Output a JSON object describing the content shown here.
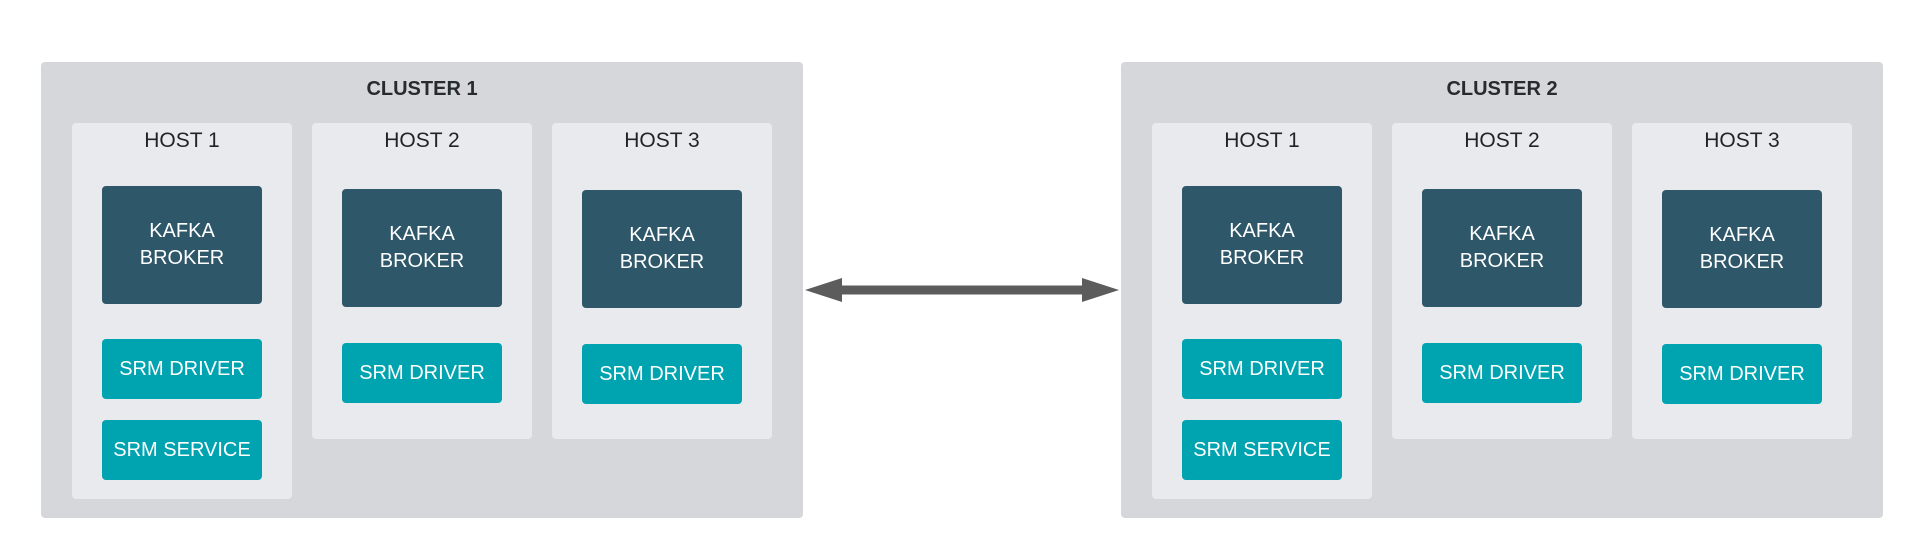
{
  "clusters": [
    {
      "title": "CLUSTER 1",
      "hosts": [
        {
          "title": "HOST 1",
          "broker": "KAFKA BROKER",
          "driver": "SRM DRIVER",
          "service": "SRM SERVICE"
        },
        {
          "title": "HOST 2",
          "broker": "KAFKA BROKER",
          "driver": "SRM DRIVER"
        },
        {
          "title": "HOST 3",
          "broker": "KAFKA BROKER",
          "driver": "SRM DRIVER"
        }
      ]
    },
    {
      "title": "CLUSTER 2",
      "hosts": [
        {
          "title": "HOST 1",
          "broker": "KAFKA BROKER",
          "driver": "SRM DRIVER",
          "service": "SRM SERVICE"
        },
        {
          "title": "HOST 2",
          "broker": "KAFKA BROKER",
          "driver": "SRM DRIVER"
        },
        {
          "title": "HOST 3",
          "broker": "KAFKA BROKER",
          "driver": "SRM DRIVER"
        }
      ]
    }
  ],
  "colors": {
    "cluster_bg": "#d6d7db",
    "host_bg": "#e9eaed",
    "broker": "#2e5769",
    "srm": "#00a3b0",
    "arrow": "#5c5c5c"
  },
  "icons": {
    "connector": "double-headed-arrow-icon"
  }
}
